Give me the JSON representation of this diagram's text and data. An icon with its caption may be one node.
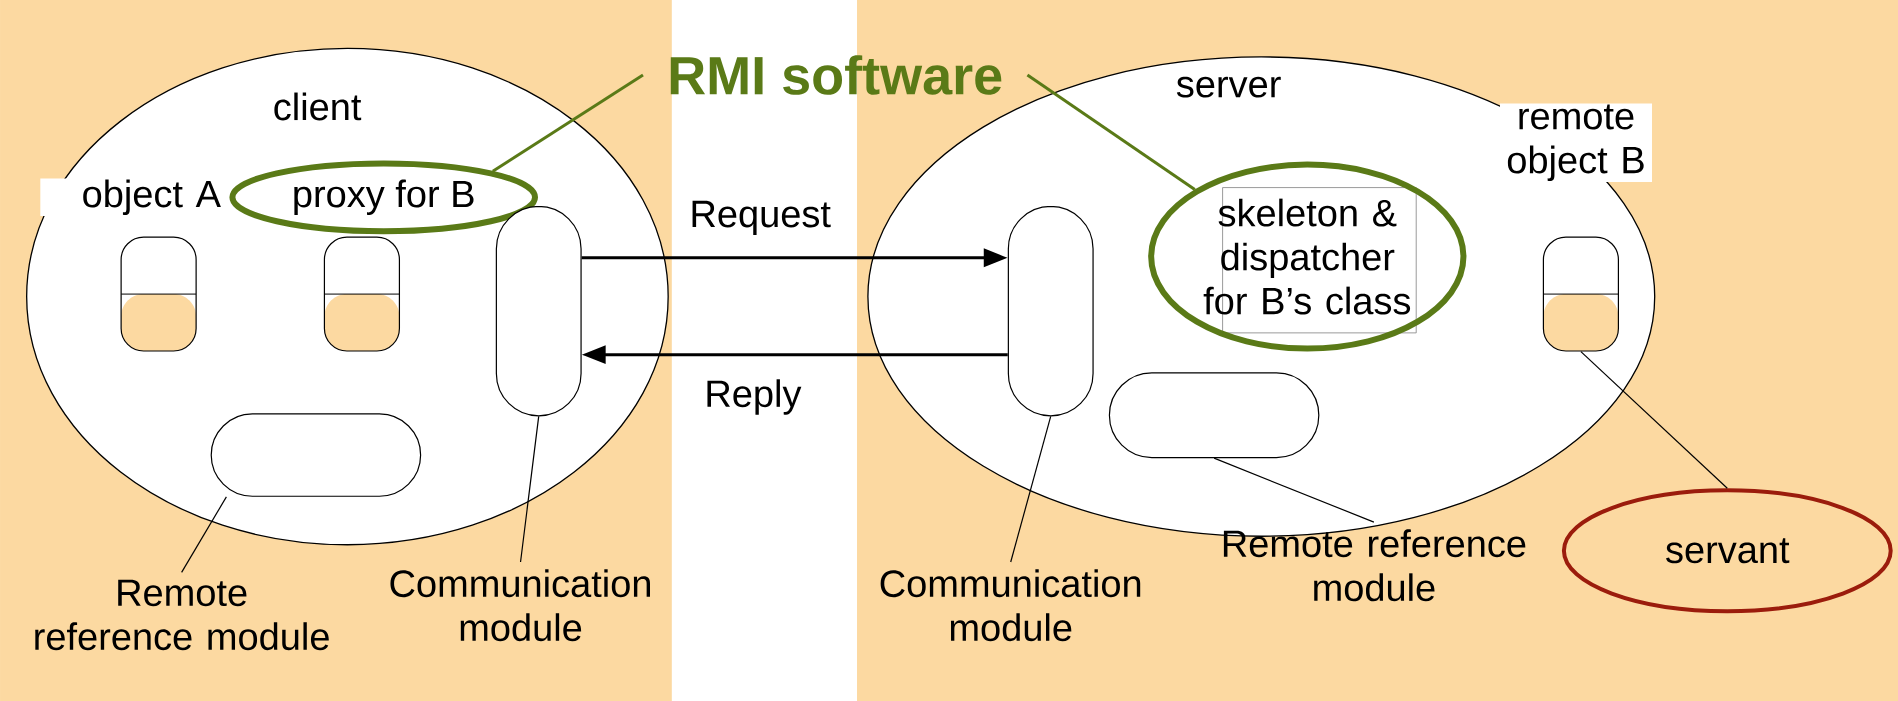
{
  "diagram": {
    "nodes": [
      {
        "text": [
          "client"
        ]
      },
      {
        "text": [
          "object A"
        ],
        "in": 0
      },
      {
        "text": [
          "proxy for B"
        ],
        "in": 0
      },
      {
        "text": [],
        "shape": "box",
        "in": 0
      },
      {
        "text": [],
        "shape": "box",
        "in": 0
      },
      {
        "text": [],
        "shape": "box",
        "in": 0
      },
      {
        "text": [
          "Remote reference module"
        ]
      },
      {
        "text": [
          "Communication module"
        ]
      },
      {
        "text": [
          "RMI software"
        ]
      },
      {
        "text": [
          "server"
        ]
      },
      {
        "text": [
          "skeleton & dispatcher for B’s class"
        ],
        "in": 9
      },
      {
        "text": [],
        "shape": "box",
        "in": 9
      },
      {
        "text": [],
        "shape": "box",
        "in": 9
      },
      {
        "text": [
          "remote object B"
        ],
        "in": 9
      },
      {
        "text": [
          "Communication module"
        ]
      },
      {
        "text": [
          "Remote reference module"
        ]
      },
      {
        "text": [
          "servant"
        ]
      }
    ],
    "edges": [
      {
        "from": 4,
        "to": 11,
        "arrow": "to",
        "label": "Request"
      },
      {
        "from": 11,
        "to": 4,
        "arrow": "to",
        "label": "Reply"
      },
      {
        "from": 8,
        "to": 2,
        "arrow": "none",
        "color": "#5a7a17"
      },
      {
        "from": 8,
        "to": 10,
        "arrow": "none",
        "color": "#5a7a17"
      },
      {
        "from": 6,
        "to": 5,
        "arrow": "none"
      },
      {
        "from": 7,
        "to": 4,
        "arrow": "none"
      },
      {
        "from": 14,
        "to": 11,
        "arrow": "none"
      },
      {
        "from": 15,
        "to": 12,
        "arrow": "none"
      },
      {
        "from": 16,
        "to": 13,
        "arrow": "none"
      }
    ]
  }
}
